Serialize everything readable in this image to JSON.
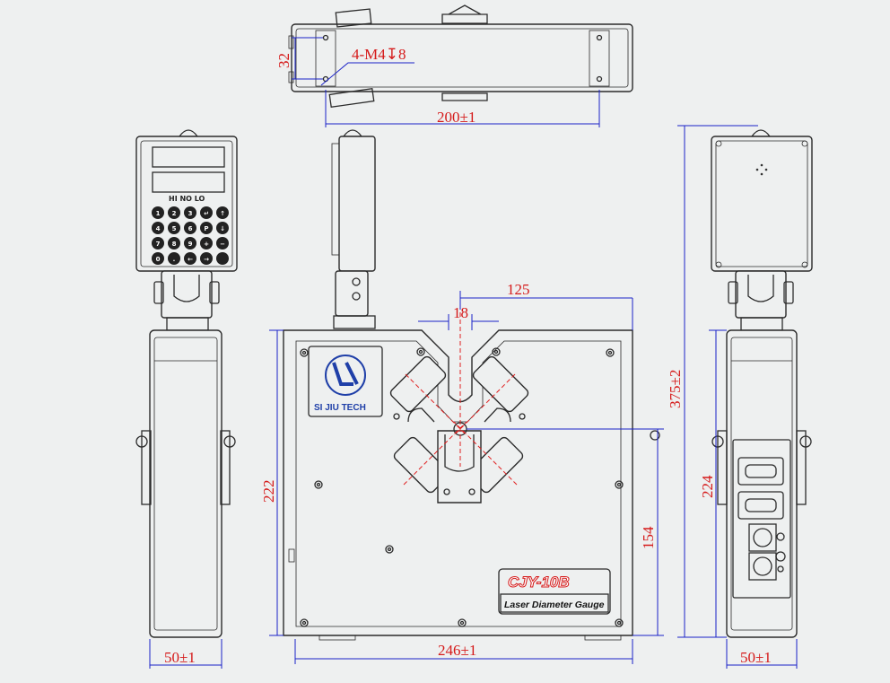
{
  "dimensions": {
    "top_height": "32",
    "thread_spec": "4-M4↧8",
    "top_width": "200±1",
    "offset_125": "125",
    "offset_18": "18",
    "front_height": "222",
    "center_height": "154",
    "front_width": "246±1",
    "left_width": "50±1",
    "total_height": "375±2",
    "right_height": "224",
    "right_width": "50±1"
  },
  "labels": {
    "brand": "SI JIU TECH",
    "model": "CJY-10B",
    "product": "Laser Diameter Gauge",
    "indicators": "HI NO LO"
  },
  "keypad": {
    "keys": [
      "1",
      "2",
      "3",
      "↵",
      "↑",
      "4",
      "5",
      "6",
      "P",
      "↓",
      "7",
      "8",
      "9",
      "+",
      "−",
      "0",
      ".",
      "←",
      "→",
      " "
    ]
  },
  "colors": {
    "dimension_line": "#1a22c8",
    "dimension_text": "#d51a1a",
    "outline": "#2b2b2b",
    "background": "#eef0f0",
    "logo_blue": "#1f3fa8"
  }
}
